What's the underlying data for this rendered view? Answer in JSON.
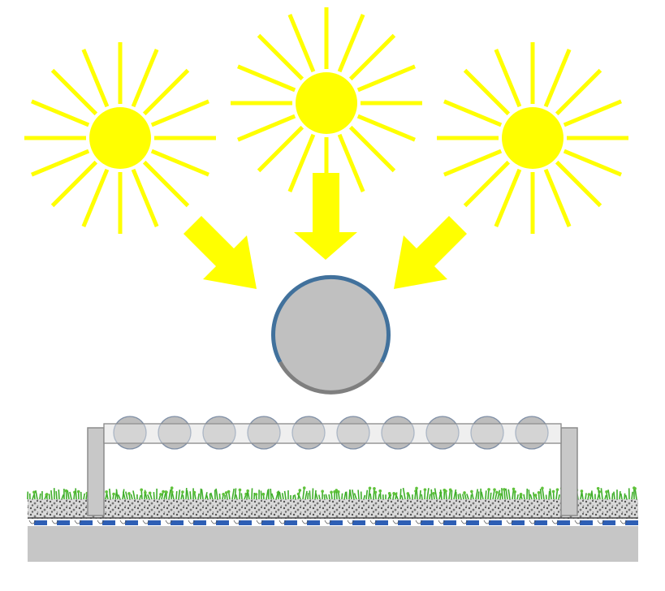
{
  "colors": {
    "sun": "#ffff00",
    "arrow": "#ffff00",
    "pipe_fill": "#c0c0c0",
    "pipe_lit_edge": "#41719c",
    "pipe_shadow_edge": "#7f7f7f",
    "pipe_row_fill": "#bdbdbd",
    "pipe_row_edge": "#7f8fa6",
    "support_fill": "#c8c8c8",
    "support_edge": "#8c8c8c",
    "grass": "#3fae2a",
    "gravel": "#9a9a9a",
    "drain_blue": "#2e5fb5",
    "ground": "#c6c6c6"
  },
  "icons": {
    "sun": "sun-icon",
    "arrow": "sunlight-arrow-icon",
    "pipe": "absorber-pipe-icon"
  },
  "diagram": {
    "suns": [
      "left",
      "center",
      "right"
    ],
    "arrows": [
      "left",
      "center",
      "right"
    ],
    "absorber_pipe_count": 10,
    "support_count": 2
  }
}
